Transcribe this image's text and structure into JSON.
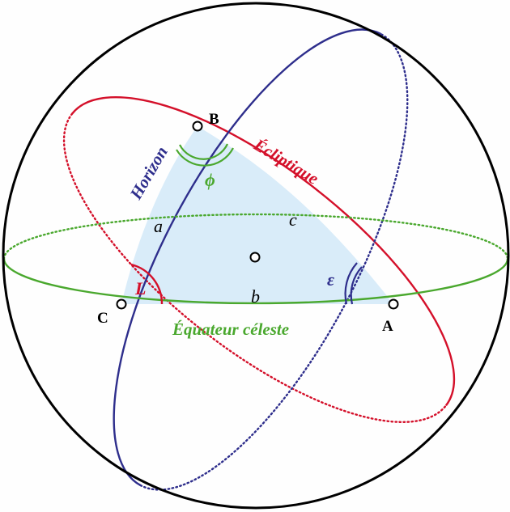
{
  "points": {
    "a_label": "A",
    "b_label": "B",
    "c_label": "C"
  },
  "circles": {
    "horizon": "Horizon",
    "ecliptic": "Écliptique",
    "equator": "Équateur céleste"
  },
  "sides": {
    "a": "a",
    "b": "b",
    "c": "c"
  },
  "angles": {
    "phi": "ϕ",
    "epsilon": "ε",
    "l": "L"
  },
  "colors": {
    "sphere": "#000000",
    "horizon": "#2e2e8c",
    "ecliptic": "#d4102a",
    "equator": "#4aa82e",
    "triangle_fill": "#d9ecf9",
    "background": "#fefefe"
  }
}
